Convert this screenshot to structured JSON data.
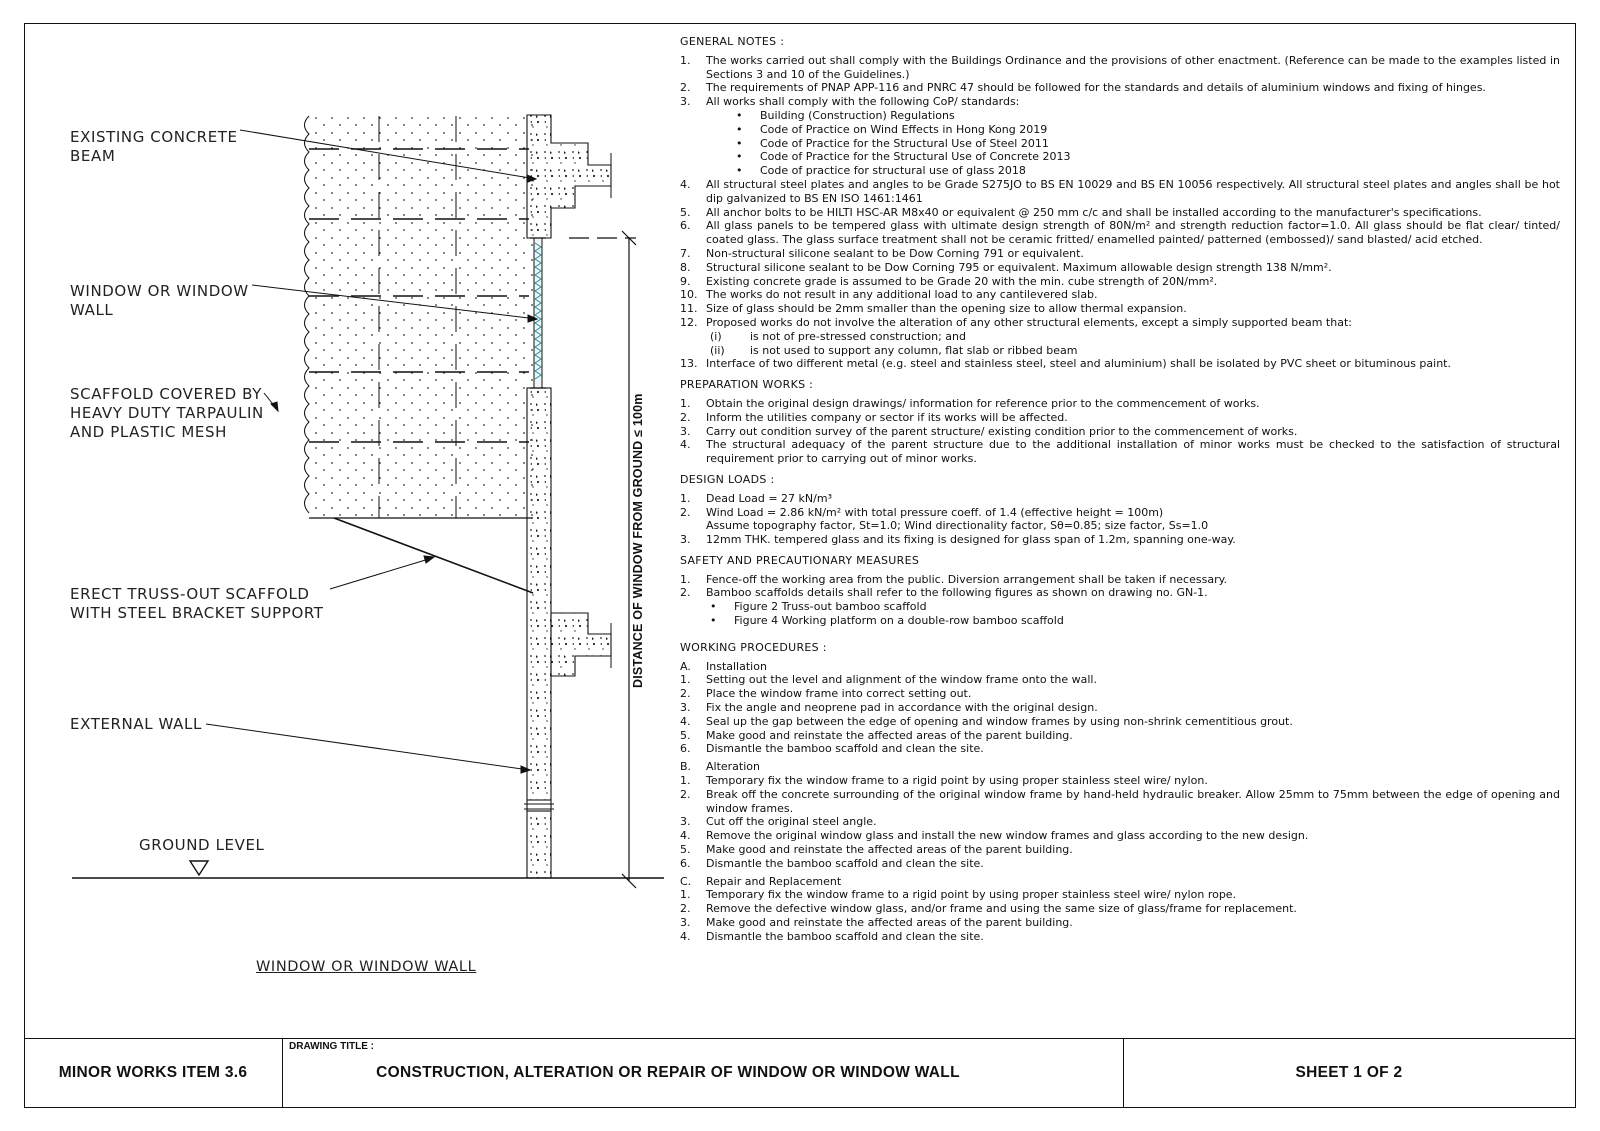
{
  "drawing": {
    "labels": {
      "existing_beam": [
        "EXISTING CONCRETE",
        "BEAM"
      ],
      "window": [
        "WINDOW OR WINDOW",
        "WALL"
      ],
      "scaffold": [
        "SCAFFOLD COVERED BY",
        "HEAVY DUTY TARPAULIN",
        "AND PLASTIC MESH"
      ],
      "truss": [
        "ERECT TRUSS-OUT SCAFFOLD",
        "WITH STEEL BRACKET SUPPORT"
      ],
      "external_wall": "EXTERNAL WALL",
      "ground_level": "GROUND LEVEL",
      "dimension": "DISTANCE OF WINDOW FROM GROUND ≤ 100m",
      "caption": "WINDOW OR WINDOW WALL"
    }
  },
  "notes": {
    "general": {
      "heading": "GENERAL NOTES :",
      "items": [
        {
          "n": "1.",
          "t": "The works carried out shall comply with the Buildings Ordinance and the provisions of other enactment.  (Reference can be made to the examples listed in Sections 3 and 10 of the Guidelines.)"
        },
        {
          "n": "2.",
          "t": "The requirements of PNAP APP-116 and PNRC 47 should be followed for the standards and details of aluminium windows and fixing of hinges."
        },
        {
          "n": "3.",
          "t": "All works shall comply with the following CoP/ standards:"
        },
        {
          "n": "4.",
          "t": "All structural steel plates and angles to be Grade S275JO to BS EN 10029 and BS EN 10056 respectively. All structural steel plates and angles shall be hot dip galvanized to BS EN ISO 1461:1461"
        },
        {
          "n": "5.",
          "t": "All anchor bolts to be HILTI HSC-AR M8x40 or equivalent @ 250 mm c/c and shall be installed according to the manufacturer's specifications."
        },
        {
          "n": "6.",
          "t": "All glass panels to be tempered glass with ultimate design strength of 80N/m² and strength reduction factor=1.0. All glass should be flat clear/ tinted/ coated glass. The glass surface treatment shall not be ceramic fritted/ enamelled painted/ patterned (embossed)/ sand blasted/ acid etched."
        },
        {
          "n": "7.",
          "t": "Non-structural silicone sealant to be Dow Corning 791 or equivalent."
        },
        {
          "n": "8.",
          "t": "Structural silicone sealant to be Dow Corning 795 or equivalent. Maximum allowable design strength 138 N/mm²."
        },
        {
          "n": "9.",
          "t": "Existing concrete grade is assumed to be Grade 20 with the min. cube strength of 20N/mm²."
        },
        {
          "n": "10.",
          "t": "The works do not result in any  additional load to any cantilevered slab."
        },
        {
          "n": "11.",
          "t": "Size of glass should be 2mm smaller than the opening size to allow thermal expansion."
        },
        {
          "n": "12.",
          "t": "Proposed works do not involve the alteration of any other structural elements, except a simply supported beam that:"
        },
        {
          "n": "13.",
          "t": "Interface of two different metal (e.g. steel and stainless steel, steel and aluminium) shall be isolated by PVC sheet or bituminous paint."
        }
      ],
      "cop": [
        "Building (Construction) Regulations",
        "Code of Practice on Wind Effects in Hong Kong 2019",
        "Code of Practice for the Structural Use of Steel 2011",
        "Code of Practice for the Structural Use of Concrete 2013",
        "Code of practice for structural use of glass 2018"
      ],
      "roman": [
        {
          "r": "(i)",
          "t": "is not of pre-stressed construction; and"
        },
        {
          "r": "(ii)",
          "t": "is not used to support any column, flat slab or ribbed beam"
        }
      ]
    },
    "preparation": {
      "heading": "PREPARATION WORKS :",
      "items": [
        {
          "n": "1.",
          "t": "Obtain the original design drawings/ information for reference prior to the commencement of works."
        },
        {
          "n": "2.",
          "t": "Inform the utilities company or sector if its works will be affected."
        },
        {
          "n": "3.",
          "t": "Carry out condition survey of the parent structure/ existing condition prior to the commencement of works."
        },
        {
          "n": "4.",
          "t": "The structural adequacy of the parent structure due to the additional installation of minor works must be checked to the satisfaction of structural requirement prior to carrying out of minor works."
        }
      ]
    },
    "design": {
      "heading": "DESIGN LOADS :",
      "items": [
        {
          "n": "1.",
          "t": "Dead Load  =  27  kN/m³"
        },
        {
          "n": "2.",
          "t": "Wind Load  =  2.86  kN/m² with total pressure coeff. of 1.4 (effective height  =  100m)"
        },
        {
          "n": "",
          "t": "Assume topography factor, St=1.0; Wind directionality factor, Sθ=0.85; size factor, Ss=1.0"
        },
        {
          "n": "3.",
          "t": "12mm THK. tempered glass and its fixing is designed for glass span of 1.2m, spanning one-way."
        }
      ]
    },
    "safety": {
      "heading": "SAFETY AND PRECAUTIONARY MEASURES",
      "items": [
        {
          "n": "1.",
          "t": "Fence-off the working area from the public. Diversion arrangement shall be taken if necessary."
        },
        {
          "n": "2.",
          "t": "Bamboo scaffolds details shall refer to the following figures as shown on drawing no. GN-1."
        }
      ],
      "figures": [
        "Figure 2 Truss-out bamboo scaffold",
        "Figure 4 Working platform on a double-row bamboo scaffold"
      ]
    },
    "procedures": {
      "heading": "WORKING PROCEDURES :",
      "groups": [
        {
          "letter": "A.",
          "title": "Installation",
          "items": [
            {
              "n": "1.",
              "t": "Setting out the level and alignment of the window frame onto the wall."
            },
            {
              "n": "2.",
              "t": "Place the window frame into correct setting out."
            },
            {
              "n": "3.",
              "t": "Fix the angle and neoprene pad in accordance with the original design."
            },
            {
              "n": "4.",
              "t": "Seal up the gap between the edge of opening and window frames by using non-shrink cementitious grout."
            },
            {
              "n": "5.",
              "t": "Make good and reinstate the affected areas of the parent building."
            },
            {
              "n": "6.",
              "t": "Dismantle the bamboo scaffold and clean the site."
            }
          ]
        },
        {
          "letter": "B.",
          "title": "Alteration",
          "items": [
            {
              "n": "1.",
              "t": "Temporary fix the window frame to a rigid point by using proper stainless steel wire/ nylon."
            },
            {
              "n": "2.",
              "t": "Break off the concrete surrounding of the original window frame by hand-held hydraulic breaker. Allow 25mm to 75mm between the edge of opening and window frames."
            },
            {
              "n": "3.",
              "t": "Cut off the original steel angle."
            },
            {
              "n": "4.",
              "t": "Remove the original window glass and install the new window frames and glass according to the new design."
            },
            {
              "n": "5.",
              "t": "Make good and reinstate the affected areas of the parent building."
            },
            {
              "n": "6.",
              "t": "Dismantle the bamboo scaffold and clean the site."
            }
          ]
        },
        {
          "letter": "C.",
          "title": "Repair and Replacement",
          "items": [
            {
              "n": "1.",
              "t": "Temporary fix the window frame to a rigid point by using proper stainless steel wire/ nylon rope."
            },
            {
              "n": "2.",
              "t": "Remove the defective window glass, and/or frame and using the same size of glass/frame for replacement."
            },
            {
              "n": "3.",
              "t": "Make good and reinstate the affected areas of the parent building."
            },
            {
              "n": "4.",
              "t": "Dismantle the bamboo scaffold and clean the site."
            }
          ]
        }
      ]
    }
  },
  "title_block": {
    "item": "MINOR WORKS ITEM 3.6",
    "drawing_title_label": "DRAWING TITLE :",
    "drawing_title": "CONSTRUCTION, ALTERATION OR REPAIR OF WINDOW OR WINDOW WALL",
    "sheet": "SHEET  1  OF  2"
  }
}
